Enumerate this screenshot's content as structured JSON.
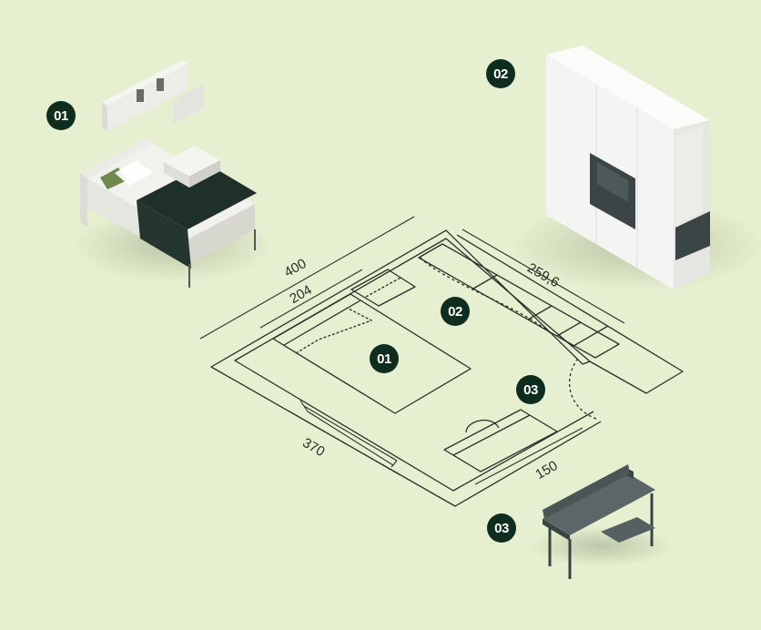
{
  "colors": {
    "background": "#e6efcf",
    "badge": "#0f2d1f",
    "line": "#2b2f2b",
    "wardrobe": "#f7f7f5",
    "desk": "#3f4a4b",
    "throw": "#1f2f29"
  },
  "markers": {
    "bed": "01",
    "wardrobe": "02",
    "desk": "03"
  },
  "dimensions": {
    "total_length": "400",
    "bed_side": "204",
    "wardrobe_length": "259,6",
    "bottom_wall": "370",
    "desk_wall": "150"
  }
}
